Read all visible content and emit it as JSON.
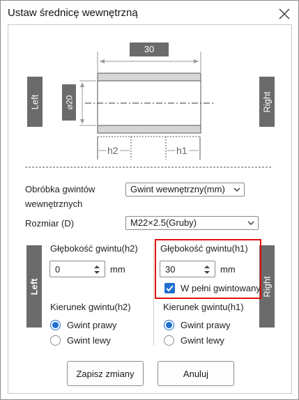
{
  "window": {
    "title": "Ustaw średnicę wewnętrzną"
  },
  "diagram": {
    "length_value": "30",
    "diameter_value": "⌀20",
    "left_label": "Left",
    "right_label": "Right",
    "h2_label": "h2",
    "h1_label": "h1"
  },
  "form": {
    "thread_processing_label_line1": "Obróbka gwintów",
    "thread_processing_label_line2": "wewnętrznych",
    "thread_processing_value": "Gwint wewnętrzny(mm)",
    "size_label": "Rozmiar (D)",
    "size_value": "M22×2.5(Gruby)"
  },
  "left_panel": {
    "side_label": "Left",
    "depth_label": "Głębokość gwintu(h2)",
    "depth_value": "0",
    "unit": "mm",
    "direction_label": "Kierunek gwintu(h2)",
    "option_right": "Gwint prawy",
    "option_left": "Gwint lewy",
    "selected": "Gwint prawy"
  },
  "right_panel": {
    "side_label": "Right",
    "depth_label": "Głębokość gwintu(h1)",
    "depth_value": "30",
    "unit": "mm",
    "full_thread_label": "W pełni gwintowany",
    "full_thread_checked": true,
    "direction_label": "Kierunek gwintu(h1)",
    "option_right": "Gwint prawy",
    "option_left": "Gwint lewy",
    "selected": "Gwint prawy"
  },
  "buttons": {
    "save": "Zapisz zmiany",
    "cancel": "Anuluj"
  },
  "colors": {
    "accent": "#1e6fd0",
    "highlight": "#e01010",
    "side_box": "#6b6b6b"
  }
}
